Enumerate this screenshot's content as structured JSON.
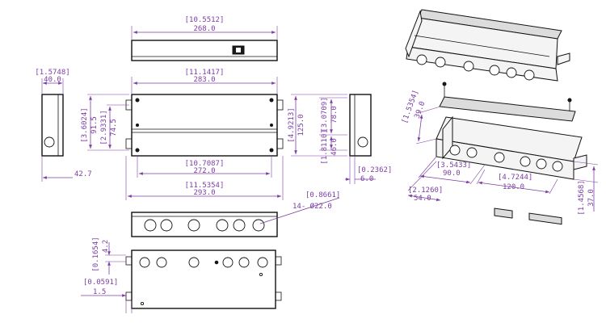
{
  "dimensions": {
    "top_width_in": "[10.5512]",
    "top_width_mm": "268.0",
    "left_width_in": "[1.5748]",
    "left_width_mm": "40.0",
    "front_inner_in": "[11.1417]",
    "front_inner_mm": "283.0",
    "h1_in": "[3.6024]",
    "h1_mm": "91.5",
    "h2_in": "[2.9331]",
    "h2_mm": "74.5",
    "right_h_in": "[4.9213]",
    "right_h_mm": "125.0",
    "side_h1_in": "[3.0709]",
    "side_h1_mm": "78.0",
    "side_h2_in": "[1.8110]",
    "side_h2_mm": "46.0",
    "mid_width_in": "[10.7087]",
    "mid_width_mm": "272.0",
    "bottom_width_in": "[11.5354]",
    "bottom_width_mm": "293.0",
    "left_depth": "42.7",
    "thick_in": "[0.2362]",
    "thick_mm": "6.0",
    "hole_dia_in": "[0.8661]",
    "hole_dia_spec": "14- Ø22.0",
    "tab_h_in": "[0.1654]",
    "tab_h_mm": "4.2",
    "tab_w_in": "[0.0591]",
    "tab_w_mm": "1.5",
    "iso_lid_in": "[1.5354]",
    "iso_lid_mm": "39.0",
    "iso_a_in": "[3.5433]",
    "iso_a_mm": "90.0",
    "iso_b_in": "[2.1260]",
    "iso_b_mm": "54.0",
    "iso_c_in": "[4.7244]",
    "iso_c_mm": "120.0",
    "iso_h_in": "[1.4568]",
    "iso_h_mm": "37.0"
  }
}
